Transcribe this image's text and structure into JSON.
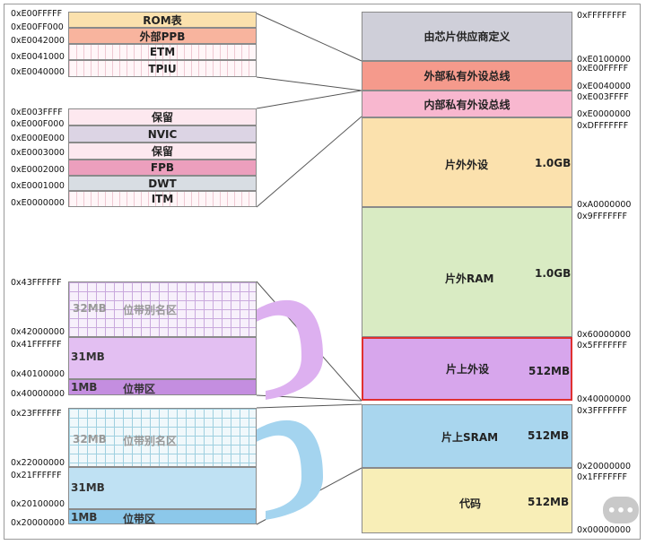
{
  "right_map": {
    "top_address": "0xFFFFFFFF",
    "vendor": {
      "label": "由芯片供应商定义",
      "addr_bottom": "0xE0100000"
    },
    "ext_private_bus": {
      "label": "外部私有外设总线",
      "addr_top": "0xE00FFFFF",
      "addr_bottom": "0xE0040000"
    },
    "int_private_bus": {
      "label": "内部私有外设总线",
      "addr_top": "0xE003FFFF",
      "addr_bottom": "0xE0000000"
    },
    "ext_peripheral": {
      "label": "片外外设",
      "size": "1.0GB",
      "addr_top": "0xDFFFFFFF",
      "addr_bottom": "0xA0000000"
    },
    "ext_ram": {
      "label": "片外RAM",
      "size": "1.0GB",
      "addr_top": "0x9FFFFFFF",
      "addr_bottom": "0x60000000"
    },
    "onchip_peripheral": {
      "label": "片上外设",
      "size": "512MB",
      "addr_top": "0x5FFFFFFF",
      "addr_bottom": "0x40000000"
    },
    "onchip_sram": {
      "label": "片上SRAM",
      "size": "512MB",
      "addr_top": "0x3FFFFFFF",
      "addr_bottom": "0x20000000"
    },
    "code": {
      "label": "代码",
      "size": "512MB",
      "addr_top": "0x1FFFFFFF",
      "addr_bottom": "0x00000000"
    }
  },
  "ppb_external": {
    "items": [
      {
        "label": "ROM表",
        "addr": "0xE00FFFFF"
      },
      {
        "label": "外部PPB",
        "addr": "0xE00FF000"
      },
      {
        "label": "ETM",
        "addr": "0xE0042000"
      },
      {
        "label": "TPIU",
        "addr": "0xE0041000"
      }
    ],
    "bottom_addr": "0xE0040000"
  },
  "ppb_internal": {
    "items": [
      {
        "label": "保留",
        "addr": "0xE003FFFF"
      },
      {
        "label": "NVIC",
        "addr": "0xE000F000"
      },
      {
        "label": "保留",
        "addr": "0xE000E000"
      },
      {
        "label": "FPB",
        "addr": "0xE0003000"
      },
      {
        "label": "DWT",
        "addr": "0xE0002000"
      },
      {
        "label": "ITM",
        "addr": "0xE0001000"
      }
    ],
    "bottom_addr": "0xE0000000"
  },
  "bitband_peripheral": {
    "alias": {
      "size": "32MB",
      "label": "位带别名区",
      "addr_top": "0x43FFFFFF",
      "addr_bottom": "0x42000000"
    },
    "gap": {
      "size": "31MB",
      "addr_top": "0x41FFFFFF",
      "addr_bottom": "0x40100000"
    },
    "region": {
      "size": "1MB",
      "label": "位带区",
      "addr_bottom": "0x40000000"
    }
  },
  "bitband_sram": {
    "alias": {
      "size": "32MB",
      "label": "位带别名区",
      "addr_top": "0x23FFFFFF",
      "addr_bottom": "0x22000000"
    },
    "gap": {
      "size": "31MB",
      "addr_top": "0x21FFFFFF",
      "addr_bottom": "0x20100000"
    },
    "region": {
      "size": "1MB",
      "label": "位带区",
      "addr_bottom": "0x20000000"
    }
  },
  "colors": {
    "vendor": "#cfcfd9",
    "ext_private": "#f59a8c",
    "int_private": "#f8b7cf",
    "ext_peripheral": "#fbe1ad",
    "ext_ram": "#d9ebc3",
    "onchip_peripheral": "#d7a6ec",
    "onchip_border": "#e03030",
    "sram": "#a9d6ee",
    "code": "#f8eeb7",
    "purple_arrow": "#ddb0f0",
    "blue_arrow": "#a4d4ef"
  }
}
